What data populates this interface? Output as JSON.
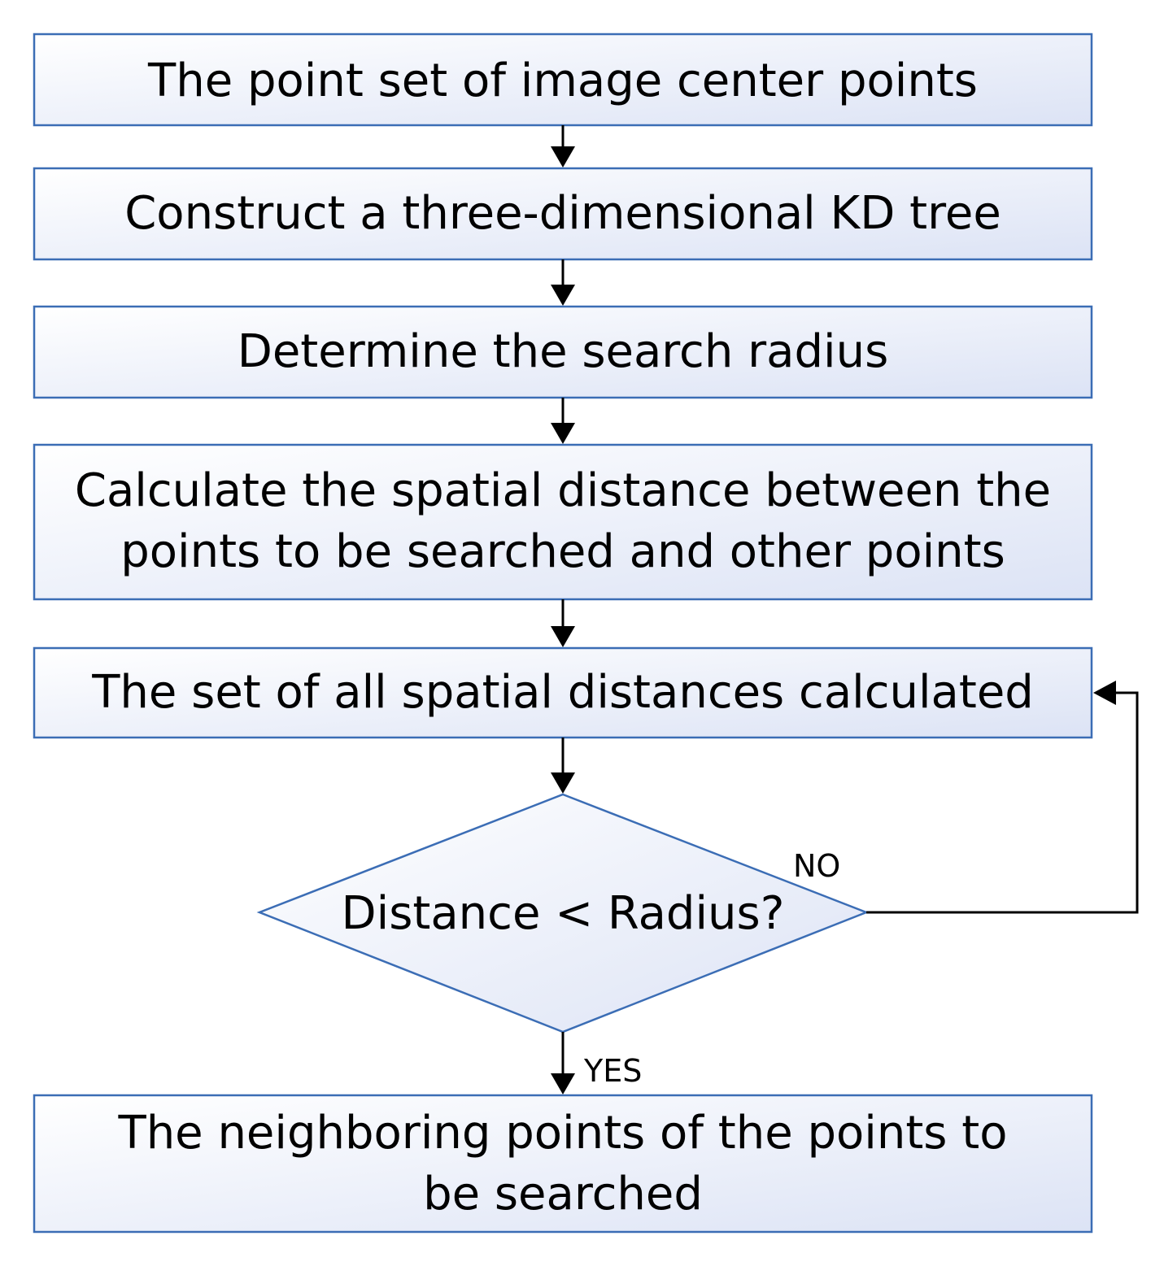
{
  "boxes": [
    {
      "id": "step-1",
      "lines": [
        "The point set of image center points"
      ]
    },
    {
      "id": "step-2",
      "lines": [
        "Construct a three-dimensional KD tree"
      ]
    },
    {
      "id": "step-3",
      "lines": [
        "Determine the search radius"
      ]
    },
    {
      "id": "step-4",
      "lines": [
        "Calculate the spatial distance between the",
        "points to be searched and other points"
      ]
    },
    {
      "id": "step-5",
      "lines": [
        "The set of all spatial distances calculated"
      ]
    },
    {
      "id": "step-6",
      "lines": [
        "The neighboring points of the points to",
        "be searched"
      ]
    }
  ],
  "decision": {
    "text": "Distance < Radius?"
  },
  "labels": {
    "no": "NO",
    "yes": "YES"
  },
  "colors": {
    "border": "#3b6db5",
    "fill_start": "#ffffff",
    "fill_end": "#dce3f5",
    "arrow": "#000000"
  }
}
